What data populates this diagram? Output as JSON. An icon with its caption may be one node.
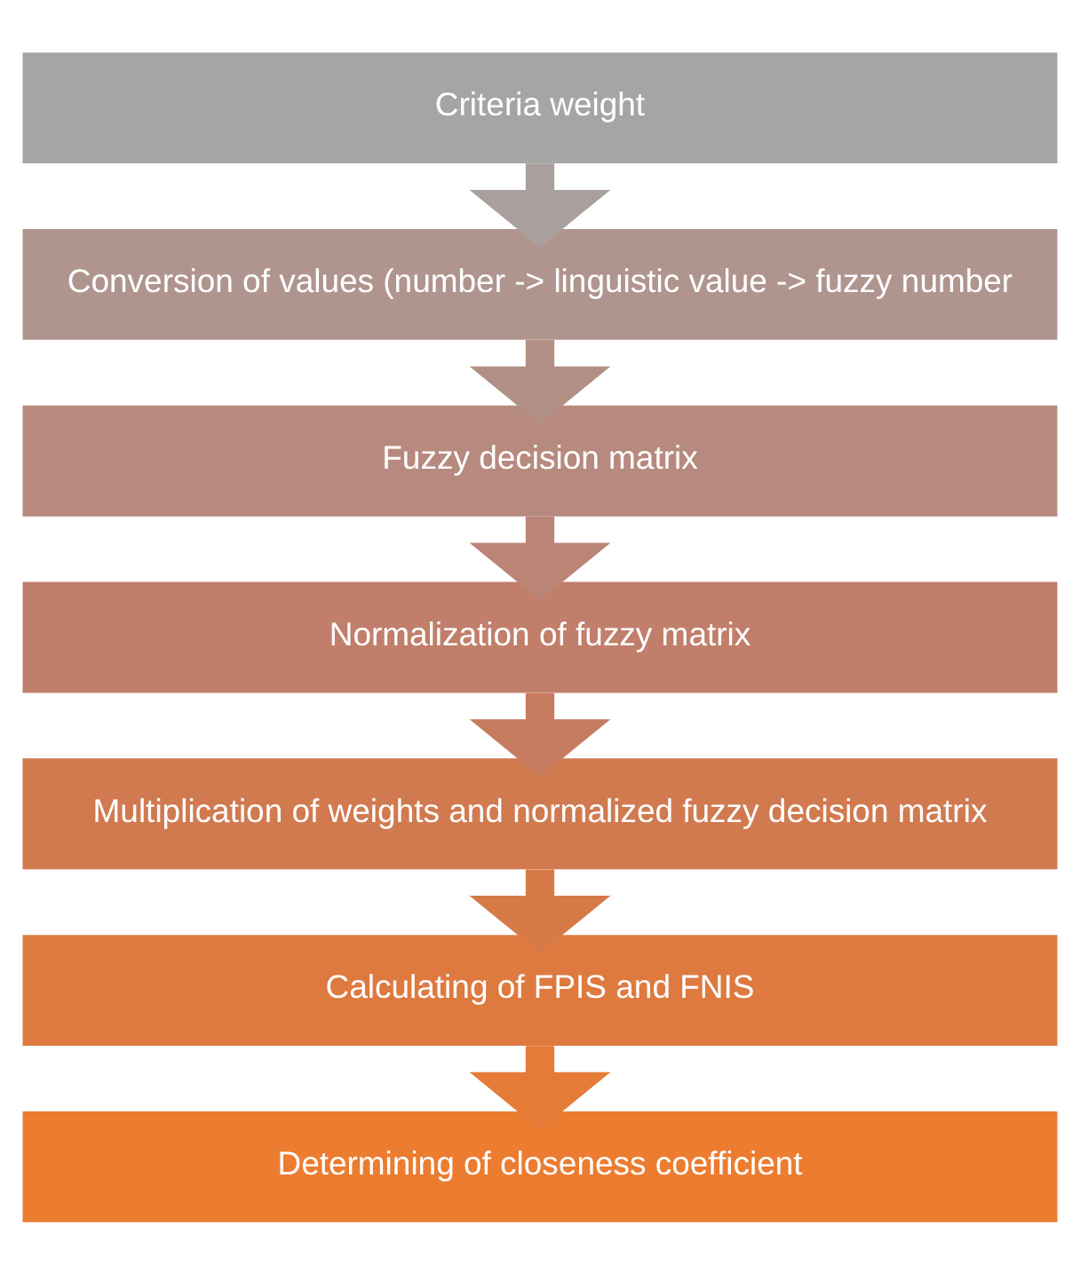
{
  "diagram": {
    "nodes": [
      {
        "text": [
          "Criteria weight"
        ]
      },
      {
        "text": [
          "Conversion of values (number -> linguistic value -> fuzzy number"
        ]
      },
      {
        "text": [
          "Fuzzy decision matrix"
        ]
      },
      {
        "text": [
          "Normalization of fuzzy matrix"
        ]
      },
      {
        "text": [
          "Multiplication of weights and normalized fuzzy decision matrix"
        ]
      },
      {
        "text": [
          "Calculating of FPIS and FNIS"
        ]
      },
      {
        "text": [
          "Determining of closeness coefficient"
        ]
      }
    ],
    "edges": [
      {
        "from": 0,
        "to": 1,
        "arrow": "to",
        "color": "#a9a09e"
      },
      {
        "from": 1,
        "to": 2,
        "arrow": "to",
        "color": "#b39086"
      },
      {
        "from": 2,
        "to": 3,
        "arrow": "to",
        "color": "#ba8576"
      },
      {
        "from": 3,
        "to": 4,
        "arrow": "to",
        "color": "#c77b5e"
      },
      {
        "from": 4,
        "to": 5,
        "arrow": "to",
        "color": "#d67a47"
      },
      {
        "from": 5,
        "to": 6,
        "arrow": "to",
        "color": "#e47b37"
      }
    ]
  }
}
